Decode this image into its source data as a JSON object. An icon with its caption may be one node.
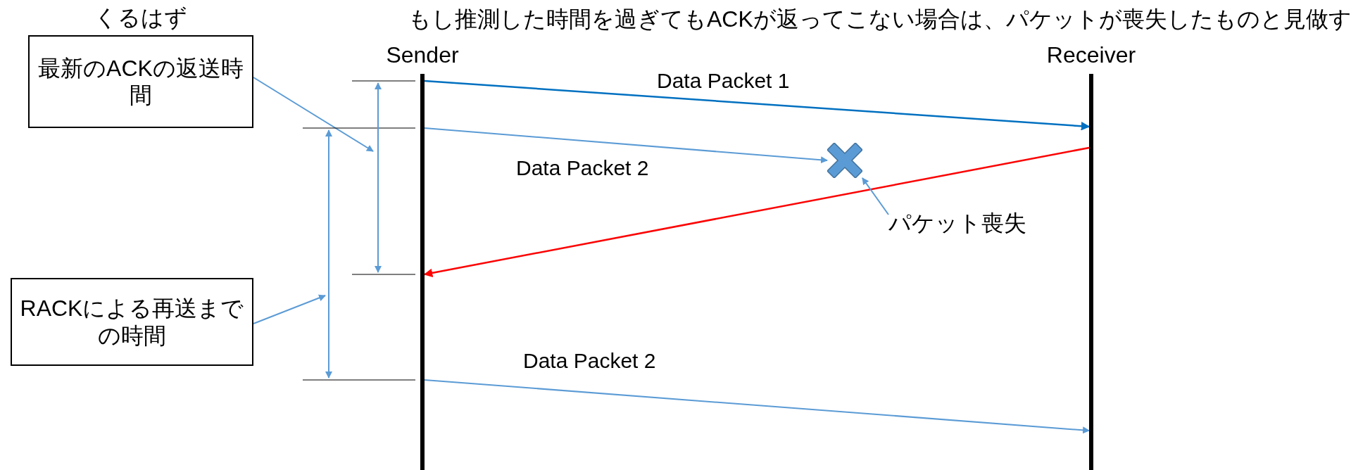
{
  "diagram": {
    "nodes": [
      {
        "text": [
          "くるはず",
          "最新のACKの返送時間"
        ]
      },
      {
        "text": [
          "Sender"
        ]
      },
      {
        "text": [
          "Receiver"
        ]
      },
      {
        "text": [],
        "shape": "cross"
      },
      {
        "text": [
          "パケット喪失"
        ]
      },
      {
        "text": [
          "RACKによる再送までの時間"
        ]
      }
    ],
    "edges": [
      {
        "from": 1,
        "to": 2,
        "arrow": "to",
        "label": "Data Packet 1",
        "color": "#0070c0"
      },
      {
        "from": 1,
        "to": 3,
        "arrow": "to",
        "label": "Data Packet 2"
      },
      {
        "from": 2,
        "to": 1,
        "arrow": "to",
        "color": "#ff0000"
      },
      {
        "from": 1,
        "to": 2,
        "arrow": "to",
        "label": "Data Packet 2"
      },
      {
        "from": 4,
        "to": 3,
        "arrow": "to"
      },
      {
        "from": 0,
        "to": null,
        "arrow": "to"
      },
      {
        "from": 5,
        "to": null,
        "arrow": "to"
      }
    ],
    "labels": [
      "もし推測した時間を過ぎてもACKが返ってこない場合は、パケットが喪失したものと見做す"
    ]
  }
}
